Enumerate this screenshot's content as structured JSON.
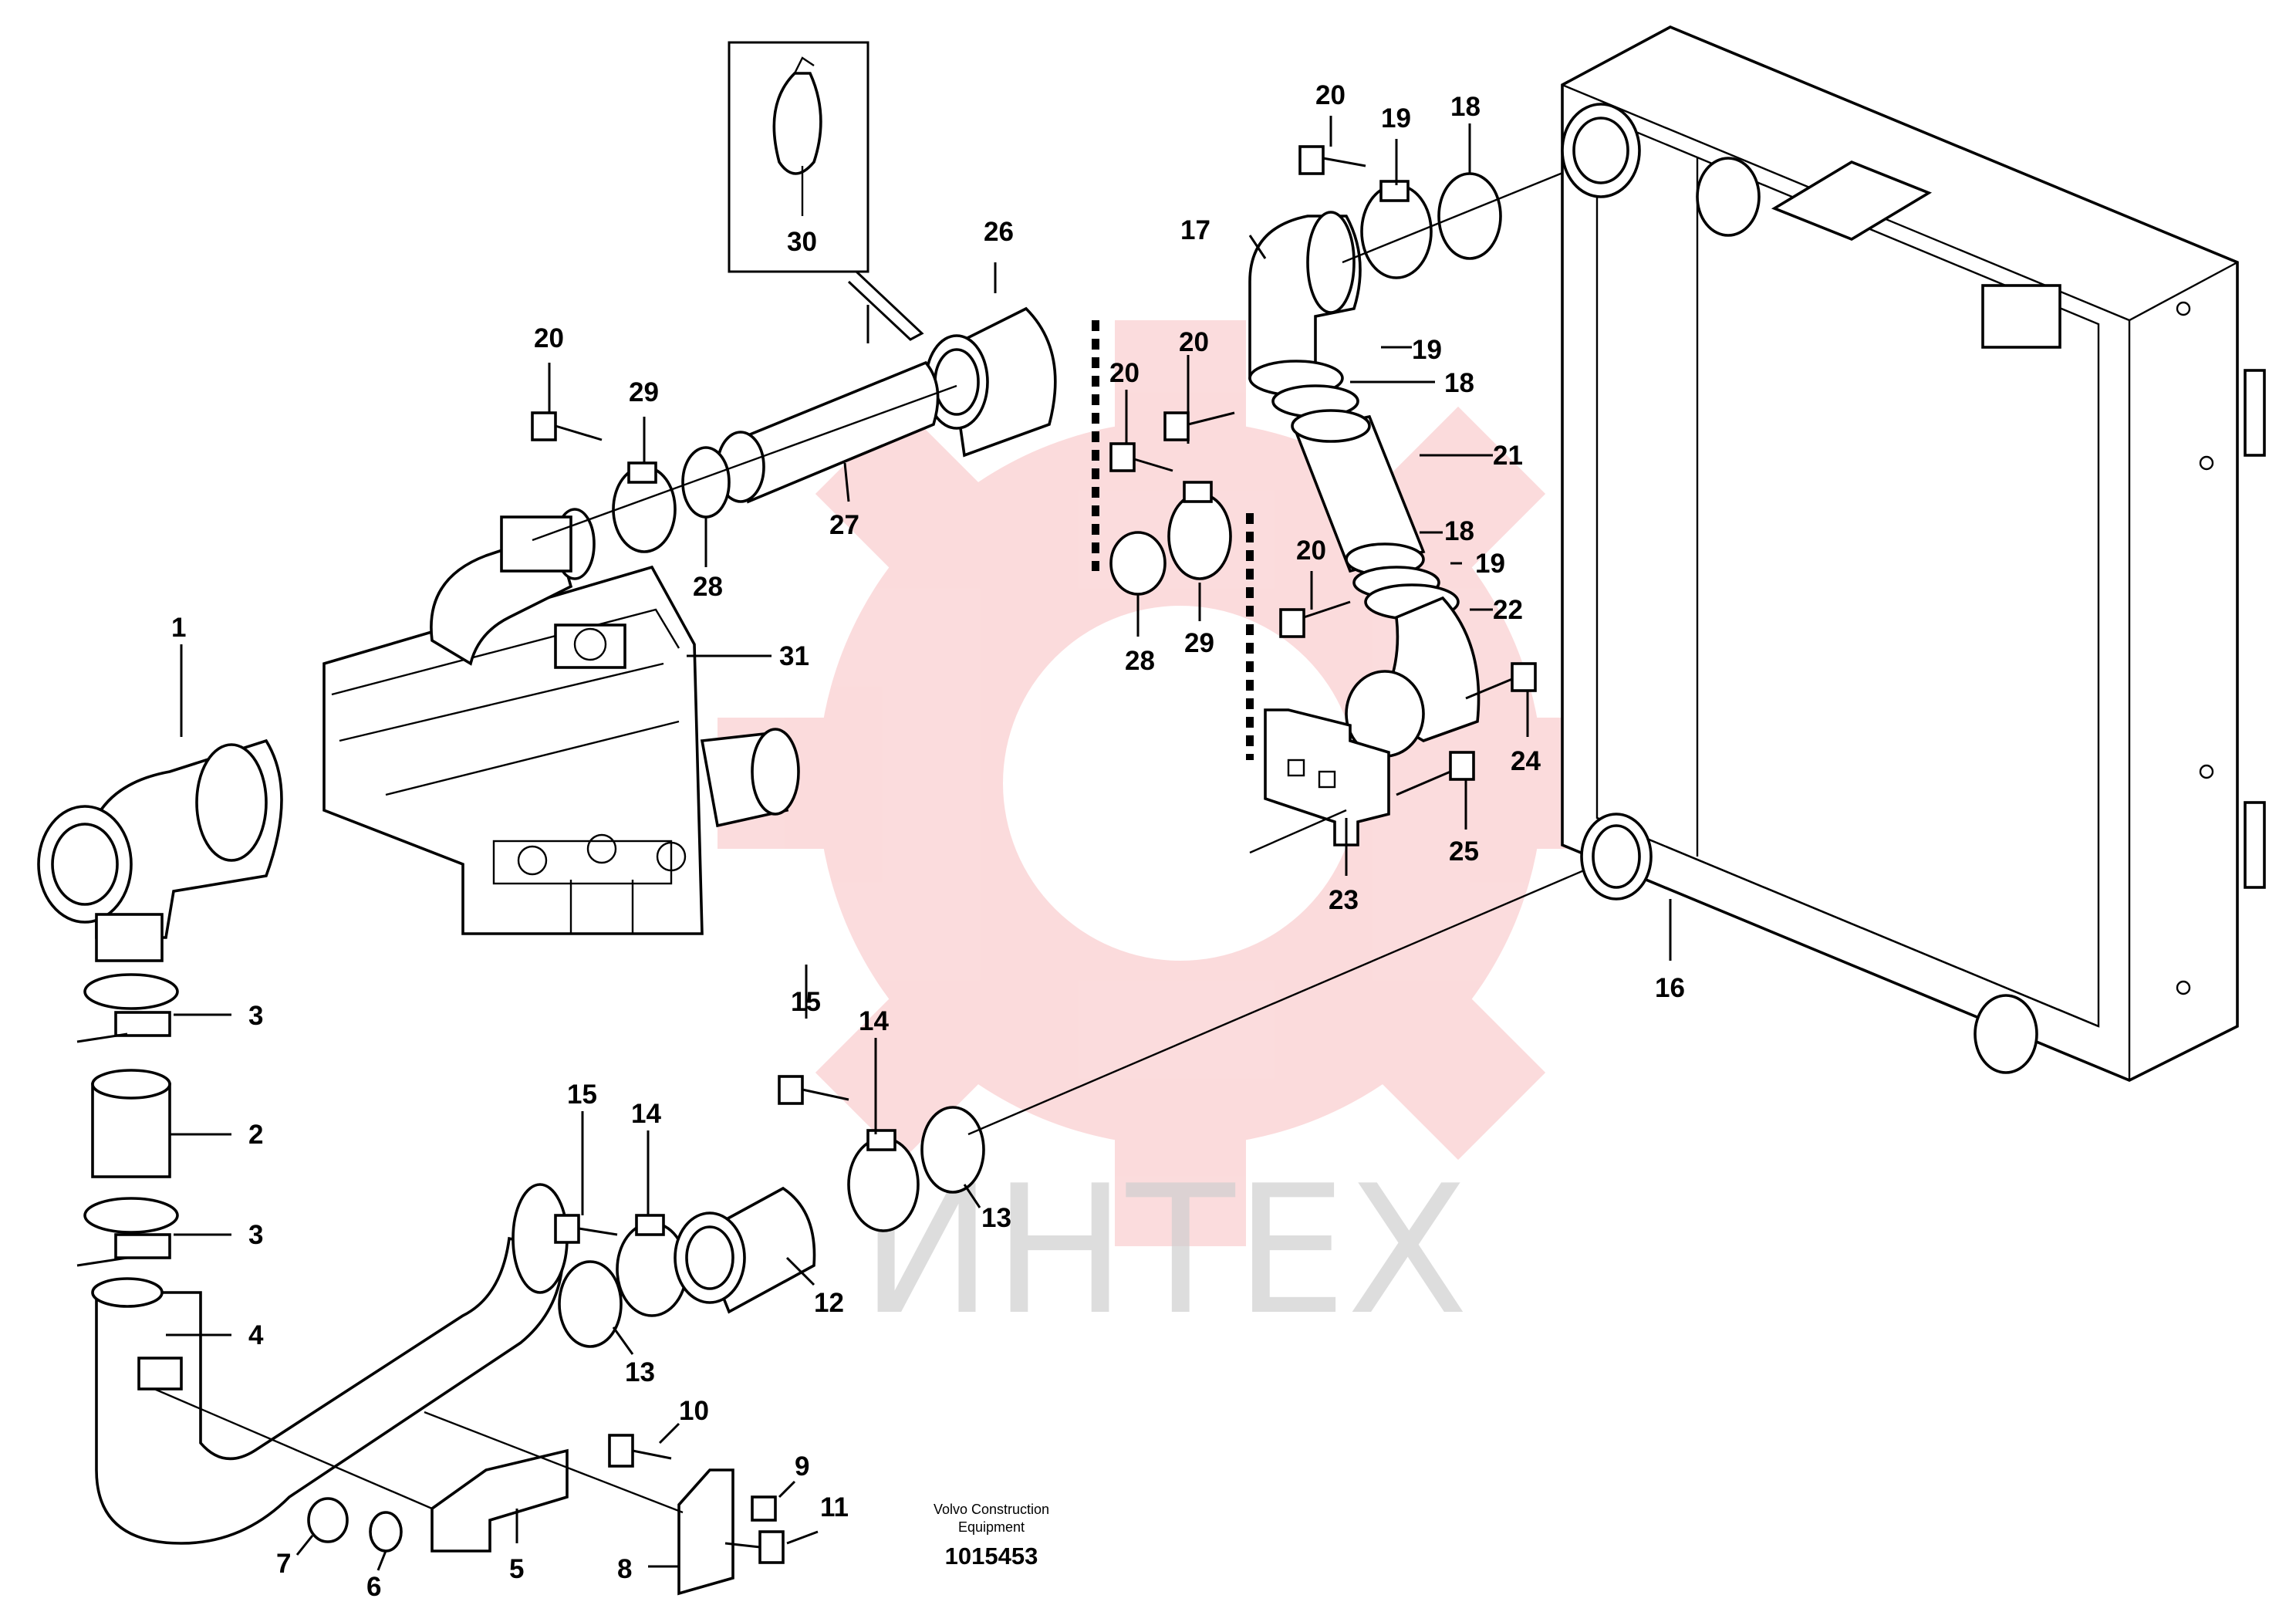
{
  "watermark": {
    "text": "ИНТЕХ",
    "color": "#e8262b"
  },
  "caption": {
    "line1": "Volvo Construction",
    "line2": "Equipment",
    "number": "1015453"
  },
  "labels": {
    "l1": "1",
    "l2": "2",
    "l3a": "3",
    "l3b": "3",
    "l4": "4",
    "l5": "5",
    "l6": "6",
    "l7": "7",
    "l8": "8",
    "l9": "9",
    "l10": "10",
    "l11": "11",
    "l12": "12",
    "l13a": "13",
    "l13b": "13",
    "l14a": "14",
    "l14b": "14",
    "l15a": "15",
    "l15b": "15",
    "l16": "16",
    "l17": "17",
    "l18a": "18",
    "l18b": "18",
    "l18c": "18",
    "l19a": "19",
    "l19b": "19",
    "l19c": "19",
    "l20a": "20",
    "l20b": "20",
    "l20c": "20",
    "l20d": "20",
    "l20e": "20",
    "l21": "21",
    "l22": "22",
    "l23": "23",
    "l24": "24",
    "l25": "25",
    "l26": "26",
    "l27": "27",
    "l28a": "28",
    "l28b": "28",
    "l29a": "29",
    "l29b": "29",
    "l30": "30",
    "l31": "31"
  }
}
